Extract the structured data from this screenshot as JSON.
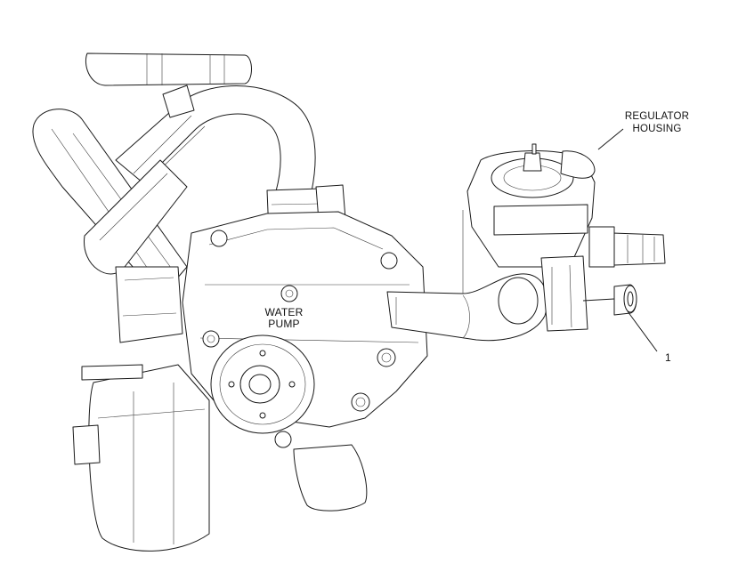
{
  "labels": {
    "regulator_housing_line1": "REGULATOR",
    "regulator_housing_line2": "HOUSING",
    "water_pump_line1": "WATER",
    "water_pump_line2": "PUMP",
    "callout_1": "1"
  },
  "colors": {
    "line": "#1a1a1a",
    "background": "#ffffff"
  }
}
